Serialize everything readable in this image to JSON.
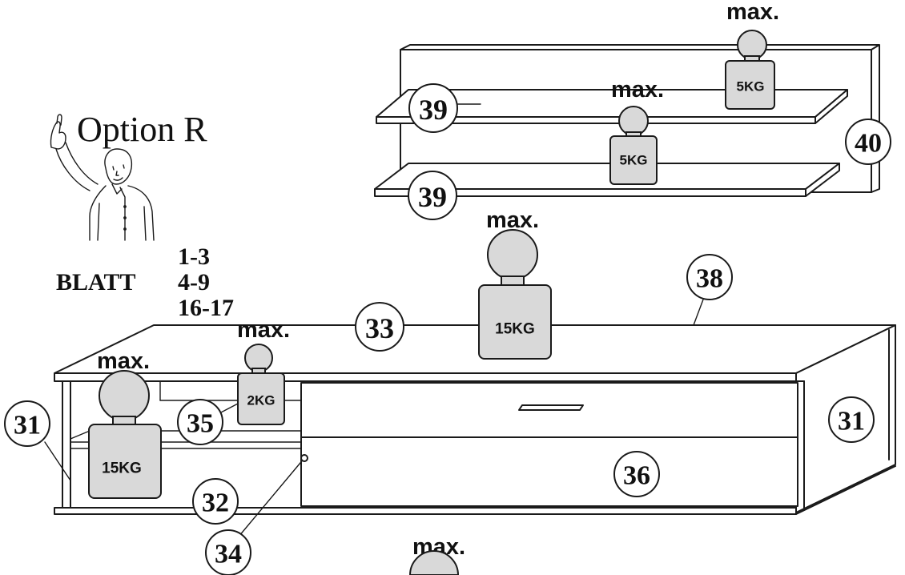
{
  "option_label": "Option R",
  "blatt": {
    "label": "BLATT",
    "pages": [
      "1-3",
      "4-9",
      "16-17"
    ]
  },
  "max_label": "max.",
  "weights": {
    "wall_shelf_top": "5KG",
    "wall_shelf_middle": "5KG",
    "lowboard_top": "15KG",
    "shelf_compartment": "2KG",
    "left_compartment": "15KG"
  },
  "callouts": {
    "c31_left": "31",
    "c31_right": "31",
    "c32": "32",
    "c33": "33",
    "c34": "34",
    "c35": "35",
    "c36": "36",
    "c38": "38",
    "c39_top": "39",
    "c39_bottom": "39",
    "c40": "40"
  },
  "colors": {
    "weight_fill": "#d9d9d9",
    "line": "#1a1a1a"
  }
}
